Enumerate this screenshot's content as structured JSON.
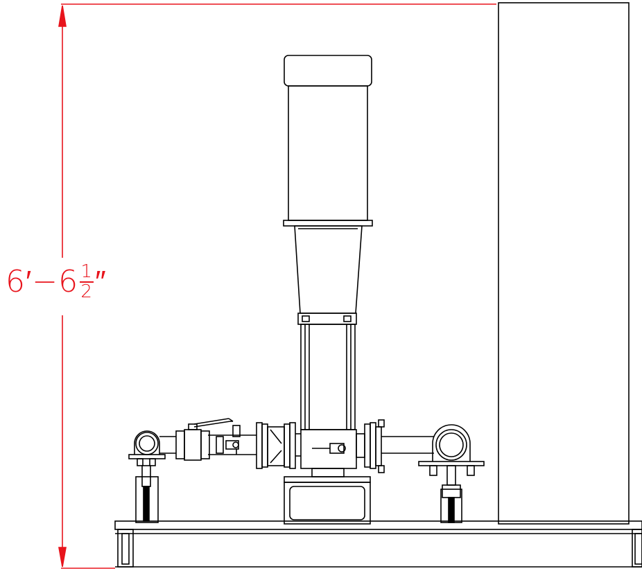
{
  "drawing": {
    "dimension": {
      "whole": "6′−6",
      "numerator": "1",
      "denominator": "2",
      "unit_mark": "″"
    },
    "colors": {
      "line": "#000000",
      "dimension": "#e8141c",
      "background": "#ffffff"
    }
  }
}
